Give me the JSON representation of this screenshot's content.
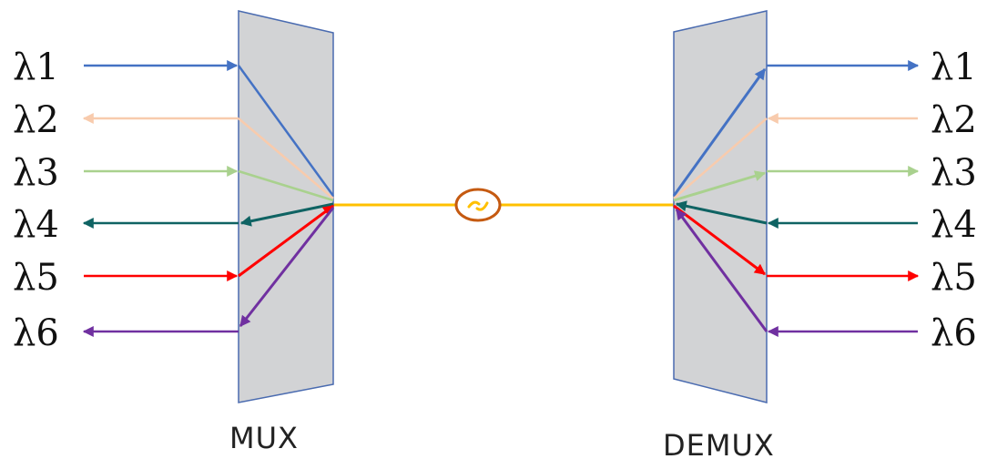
{
  "mux": {
    "label": "MUX",
    "fill": "#d2d3d5",
    "border": "#4a6bb0",
    "channels": [
      {
        "label": "λ1",
        "color": "#4472c4"
      },
      {
        "label": "λ2",
        "color": "#f8cbad"
      },
      {
        "label": "λ3",
        "color": "#a9d18e"
      },
      {
        "label": "λ4",
        "color": "#0f6363"
      },
      {
        "label": "λ5",
        "color": "#ff0000"
      },
      {
        "label": "λ6",
        "color": "#7030a0"
      }
    ]
  },
  "demux": {
    "label": "DEMUX",
    "fill": "#d2d3d5",
    "border": "#4a6bb0",
    "channels": [
      {
        "label": "λ1",
        "color": "#4472c4"
      },
      {
        "label": "λ2",
        "color": "#f8cbad"
      },
      {
        "label": "λ3",
        "color": "#a9d18e"
      },
      {
        "label": "λ4",
        "color": "#0f6363"
      },
      {
        "label": "λ5",
        "color": "#ff0000"
      },
      {
        "label": "λ6",
        "color": "#7030a0"
      }
    ]
  },
  "fiber": {
    "color": "#ffc000",
    "symbol_ring_color": "#c55a11",
    "symbol_icon": "fiber-coupler-icon"
  }
}
